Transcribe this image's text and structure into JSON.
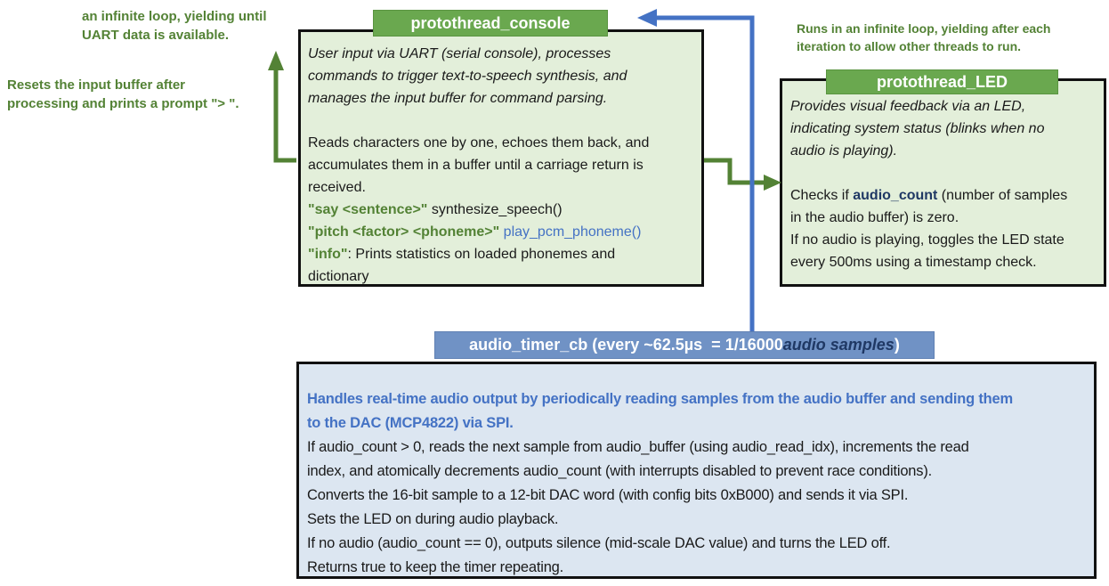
{
  "colors": {
    "header_green": "#6aa84f",
    "body_green": "#e3efda",
    "dark_green": "#538235",
    "navy": "#1f3864",
    "accent_blue": "#4472c4",
    "header_blue": "#7092c5",
    "body_blue": "#dce6f1",
    "border_black": "#111111"
  },
  "annotations": {
    "top_left": "an infinite loop, yielding until\nUART data is available.",
    "left": "Resets the input buffer after\nprocessing and prints a prompt \"> \".",
    "top_right": "Runs in an infinite loop, yielding after each\niteration to allow other threads to run."
  },
  "console_box": {
    "title": "protothread_console",
    "intro": "User input via UART (serial console), processes\ncommands to trigger text-to-speech synthesis, and\nmanages the input buffer for command parsing.",
    "reads": "Reads characters one by one, echoes them back, and\naccumulates them in a buffer until a carriage return is\nreceived.",
    "cmd_say": "\"say <sentence>\"",
    "cmd_say_rest": " synthesize_speech()",
    "cmd_pitch": "\"pitch <factor> <phoneme>\"",
    "cmd_pitch_fn": " play_pcm_phoneme()",
    "cmd_info": "\"info\"",
    "cmd_info_rest": ": Prints statistics on loaded phonemes and\ndictionary"
  },
  "led_box": {
    "title": "protothread_LED",
    "intro": "Provides visual feedback via an LED,\nindicating system status (blinks when no\naudio is playing).",
    "checks_prefix": "Checks if ",
    "checks_var": "audio_count",
    "checks_rest": " (number of samples\nin the audio buffer) is zero.\nIf no audio is playing, toggles the LED state\nevery 500ms using a timestamp check."
  },
  "audio_box": {
    "title_white": "audio_timer_cb (every ~62.5µs  = 1/16000",
    "title_italic": "audio samples",
    "title_close": ")",
    "p1": " Handles real-time audio output by periodically reading samples from the audio buffer and sending them\nto the DAC (MCP4822) via SPI.",
    "p2": "If audio_count > 0, reads the next sample from audio_buffer (using audio_read_idx), increments the read\nindex, and atomically decrements audio_count (with interrupts disabled to prevent race conditions).",
    "p3": "Converts the 16-bit sample to a 12-bit DAC word (with config bits 0xB000) and sends it via SPI.",
    "p4": "Sets the LED on during audio playback.",
    "p5": "If no audio (audio_count == 0), outputs silence (mid-scale DAC value) and turns the LED off.",
    "p6": "Returns true to keep the timer repeating."
  }
}
